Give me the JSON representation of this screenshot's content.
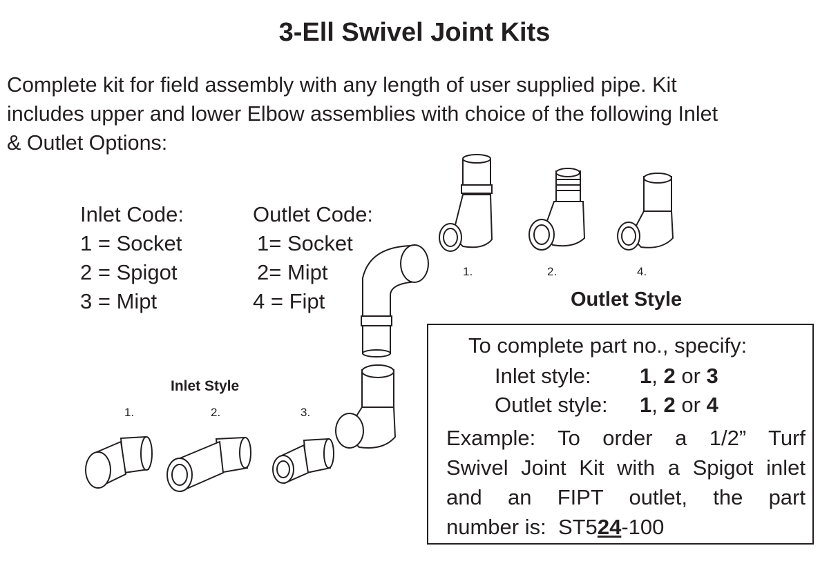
{
  "title": "3-Ell Swivel Joint Kits",
  "intro": [
    "Complete kit for field assembly with any length of user supplied pipe.  Kit",
    "includes upper and lower Elbow assemblies with choice of the following Inlet",
    "& Outlet Options:"
  ],
  "inlet_codes": {
    "heading": "Inlet Code:",
    "items": [
      "1 = Socket",
      "2 = Spigot",
      "3 = Mipt"
    ]
  },
  "outlet_codes": {
    "heading": "Outlet Code:",
    "items": [
      "1= Socket",
      "2= Mipt",
      "4 = Fipt"
    ]
  },
  "outlet_style": {
    "label": "Outlet Style",
    "numbers": [
      "1.",
      "2.",
      "4."
    ]
  },
  "inlet_style": {
    "label": "Inlet Style",
    "numbers": [
      "1.",
      "2.",
      "3."
    ]
  },
  "spec_box": {
    "heading": "To complete part no., specify:",
    "inlet_label": "Inlet style:",
    "inlet_values": [
      "1",
      ", ",
      "2",
      " or ",
      "3"
    ],
    "outlet_label": "Outlet style:",
    "outlet_values": [
      "1",
      ", ",
      "2",
      " or ",
      "4"
    ],
    "example_lines": [
      "Example: To order a 1/2” Turf",
      "Swivel Joint Kit with a Spigot inlet",
      "and an FIPT outlet, the part"
    ],
    "part_prefix": "number is:  ST5",
    "part_inlet": "2",
    "part_outlet": "4",
    "part_suffix": "-100"
  }
}
